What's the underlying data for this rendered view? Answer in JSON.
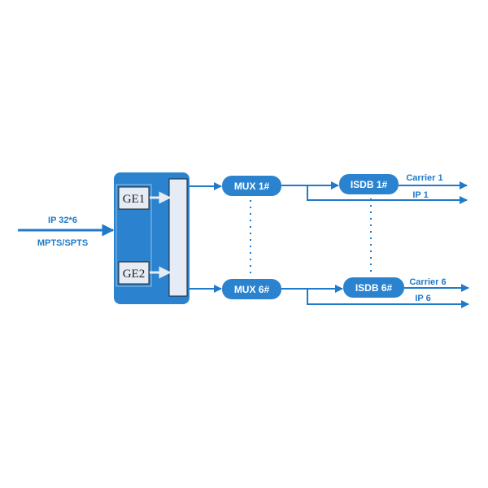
{
  "input": {
    "label_top": "IP 32*6",
    "label_bottom": "MPTS/SPTS"
  },
  "ports": [
    "GE1",
    "GE2"
  ],
  "muxes": [
    "MUX 1#",
    "MUX 6#"
  ],
  "modulators": [
    "ISDB 1#",
    "ISDB 6#"
  ],
  "outputs": [
    {
      "carrier": "Carrier 1",
      "ip": "IP 1"
    },
    {
      "carrier": "Carrier 6",
      "ip": "IP 6"
    }
  ],
  "colors": {
    "primary": "#2b83cf",
    "panel": "#e6ecf5",
    "line": "#1f7ac9"
  }
}
